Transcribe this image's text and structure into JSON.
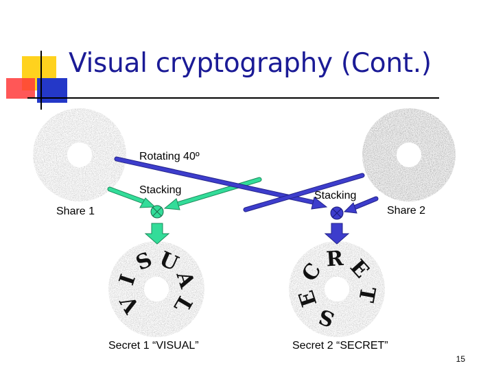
{
  "slide": {
    "title": "Visual cryptography (Cont.)",
    "page_number": "15"
  },
  "labels": {
    "rotating": "Rotating 40º",
    "stacking_left": "Stacking",
    "stacking_right": "Stacking",
    "share1": "Share 1",
    "share2": "Share 2",
    "secret1": "Secret 1 “VISUAL”",
    "secret2": "Secret 2 “SECRET”"
  },
  "discs": {
    "secret1_letters": [
      "V",
      "I",
      "S",
      "U",
      "A",
      "L"
    ],
    "secret2_letters": [
      "S",
      "E",
      "C",
      "R",
      "E",
      "T"
    ]
  },
  "colors": {
    "title": "#1b1b96",
    "green_arrow": "#33dc99",
    "blue_arrow": "#3d3dcc",
    "accent_yellow": "#ffd21e",
    "accent_red": "#ff3a3a",
    "accent_blue": "#2438c8"
  }
}
